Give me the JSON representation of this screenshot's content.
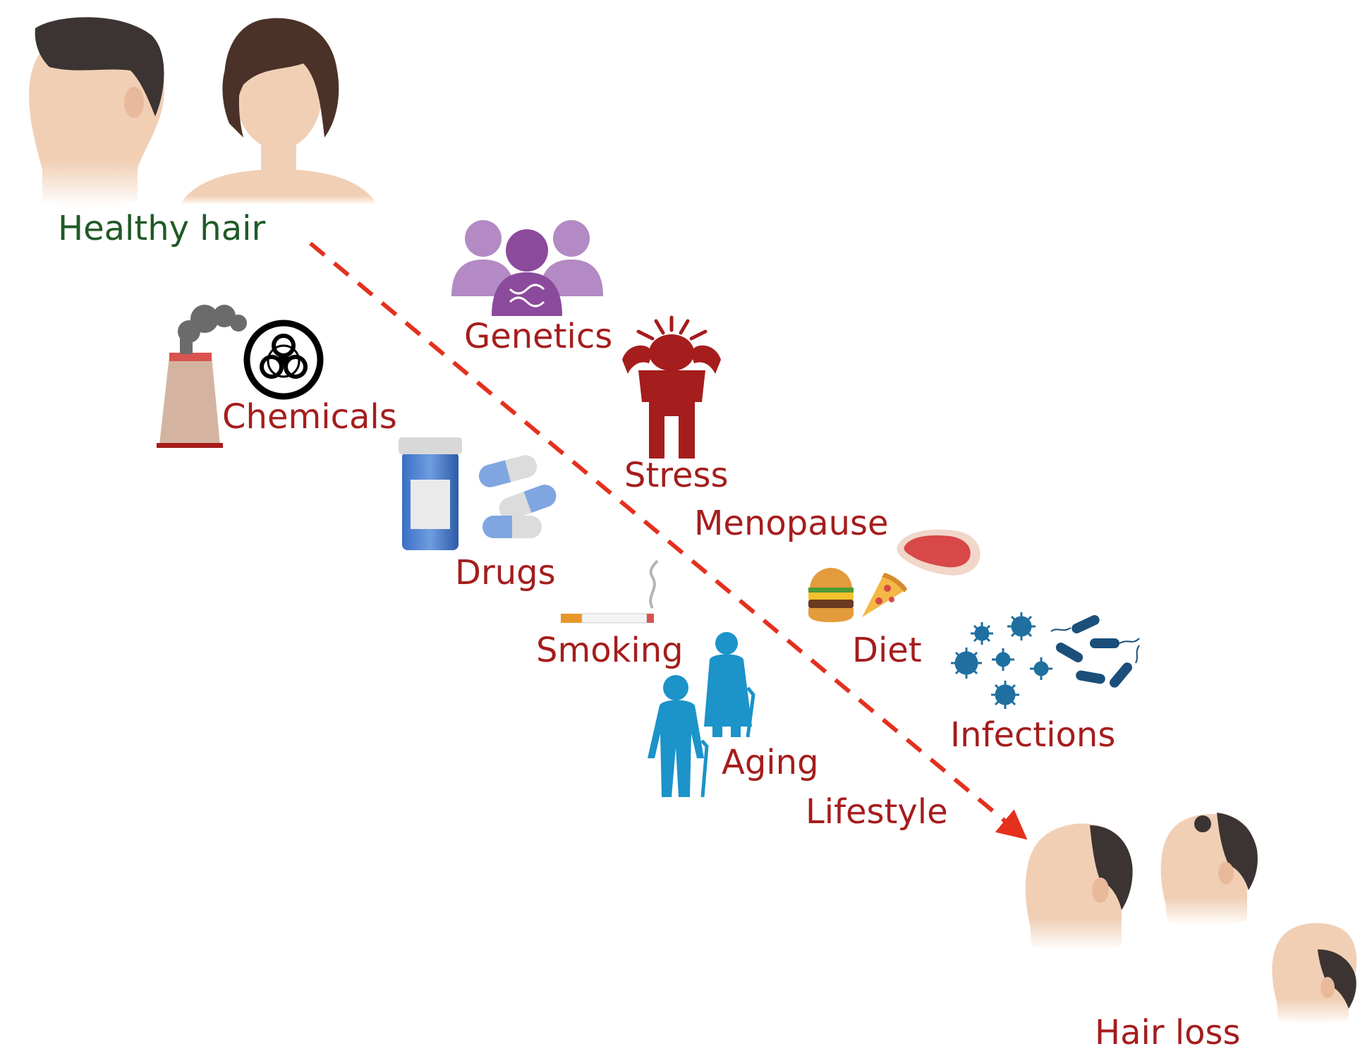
{
  "start_label": "Healthy hair",
  "end_label": "Hair loss",
  "factors": {
    "genetics": "Genetics",
    "chemicals": "Chemicals",
    "stress": "Stress",
    "drugs": "Drugs",
    "menopause": "Menopause",
    "smoking": "Smoking",
    "diet": "Diet",
    "infections": "Infections",
    "aging": "Aging",
    "lifestyle": "Lifestyle"
  },
  "colors": {
    "factor_text": "#a51d1d",
    "healthy_text": "#1f5a26",
    "arrow": "#e5301e",
    "genetics_icon": "#8b4a9c",
    "stress_icon": "#a51d1d",
    "aging_icon": "#1c93c9",
    "infection_icon": "#1f6fa0",
    "skin": "#f1cfb5",
    "hair": "#3b3432"
  },
  "icons": [
    "healthy-man-head-icon",
    "healthy-woman-head-icon",
    "genetics-people-icon",
    "factory-smoke-icon",
    "biohazard-icon",
    "stressed-person-icon",
    "pill-bottle-icon",
    "capsules-icon",
    "cigarette-icon",
    "steak-icon",
    "burger-icon",
    "pizza-icon",
    "virus-icon",
    "bacteria-icon",
    "elderly-couple-icon",
    "balding-heads-icon"
  ]
}
